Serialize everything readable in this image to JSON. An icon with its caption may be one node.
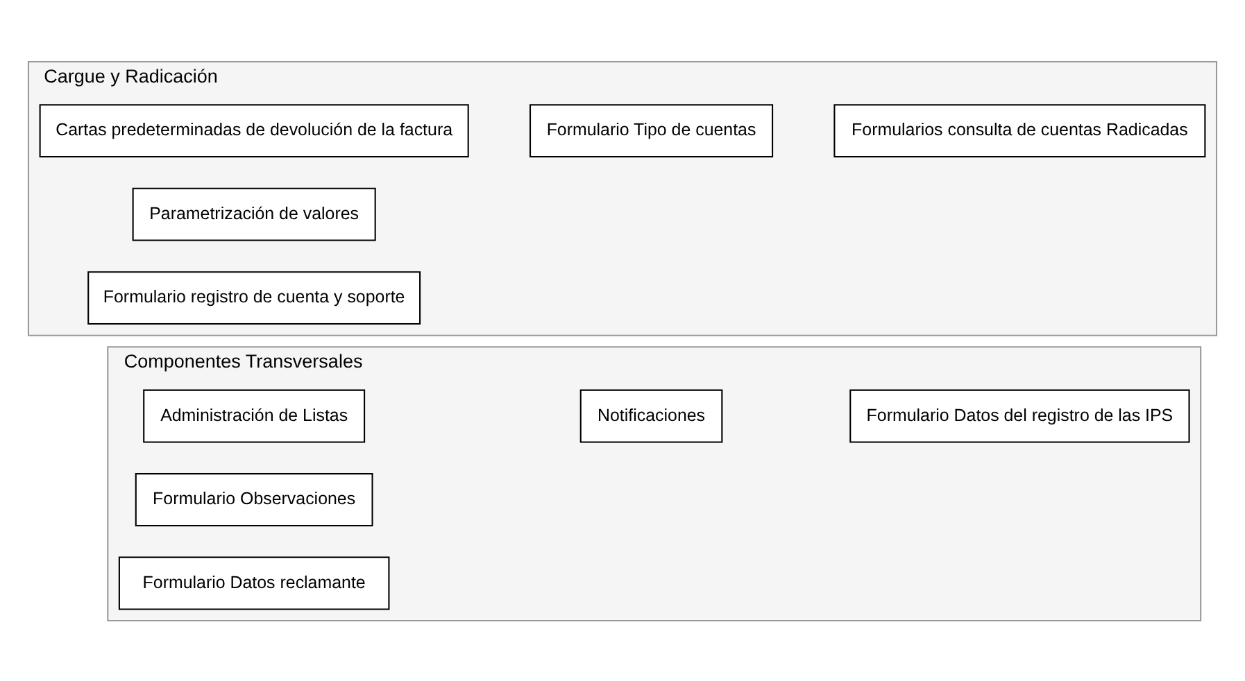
{
  "diagram": {
    "nodes": [
      {
        "text": [
          "Componentes Transversales"
        ]
      },
      {
        "text": [
          "Administración de Listas"
        ],
        "in": 0
      },
      {
        "text": [
          "Notificaciones"
        ],
        "in": 0
      },
      {
        "text": [
          "Formulario Observaciones"
        ],
        "in": 0
      },
      {
        "text": [
          "Formulario Datos del registro de las IPS"
        ],
        "in": 0
      },
      {
        "text": [
          "Formulario Datos reclamante"
        ],
        "in": 0
      },
      {
        "text": [
          "Cargue y Radicación"
        ]
      },
      {
        "text": [
          "Cartas predeterminadas de devolución de la factura"
        ],
        "in": 6
      },
      {
        "text": [
          "Formulario Tipo de cuentas"
        ],
        "in": 6
      },
      {
        "text": [
          "Parametrización de valores"
        ],
        "in": 6
      },
      {
        "text": [
          "Formulario registro de cuenta y soporte"
        ],
        "in": 6
      },
      {
        "text": [
          "Formularios consulta de cuentas Radicadas"
        ],
        "in": 6
      }
    ],
    "edges": []
  }
}
